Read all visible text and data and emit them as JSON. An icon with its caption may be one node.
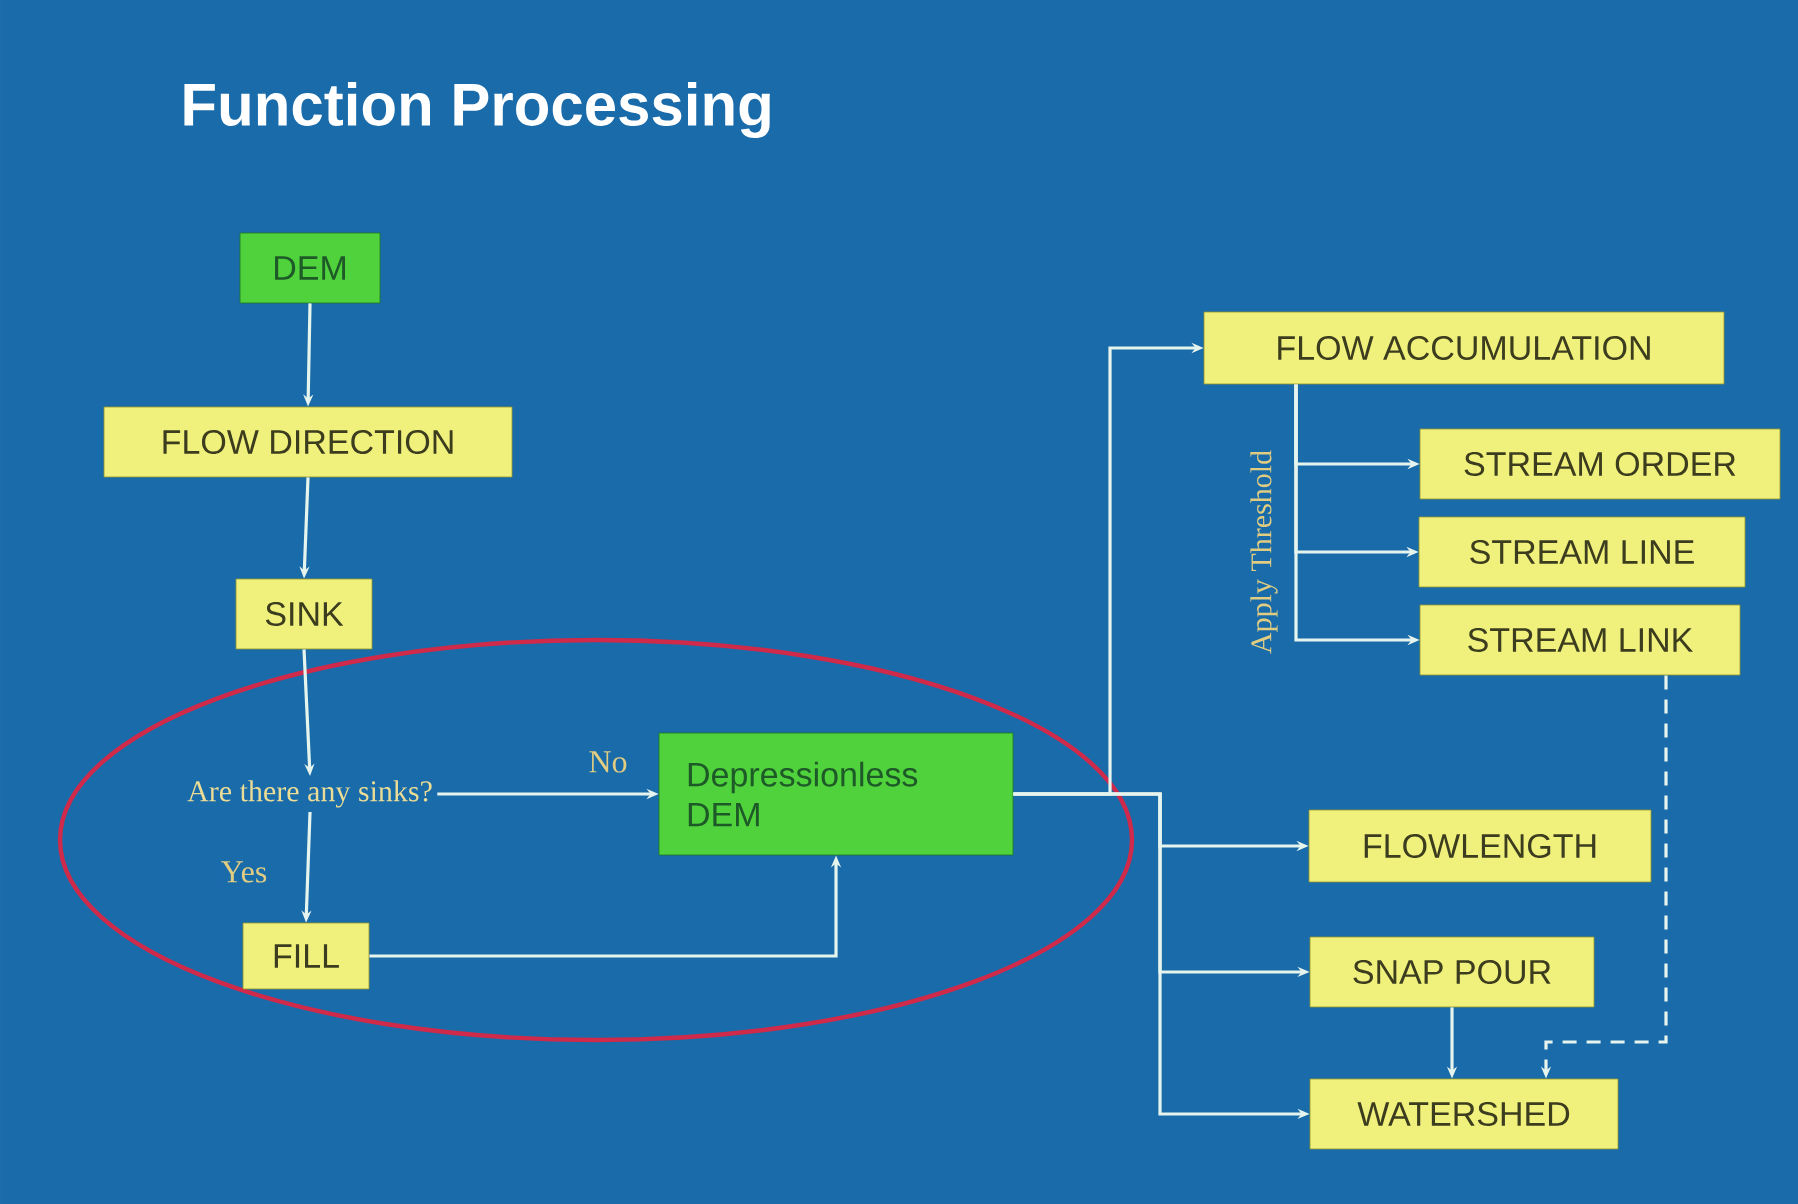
{
  "diagram": {
    "title": "Function Processing",
    "nodes": [
      {
        "text": [
          "DEM"
        ]
      },
      {
        "text": [
          "FLOW DIRECTION"
        ]
      },
      {
        "text": [
          "SINK"
        ]
      },
      {
        "text": [
          "Are there any sinks?"
        ]
      },
      {
        "text": [
          "FILL"
        ]
      },
      {
        "text": [
          "Depressionless DEM"
        ]
      },
      {
        "text": [
          "FLOW ACCUMULATION"
        ]
      },
      {
        "text": [
          "STREAM ORDER"
        ]
      },
      {
        "text": [
          "STREAM LINE"
        ]
      },
      {
        "text": [
          "STREAM LINK"
        ]
      },
      {
        "text": [
          "FLOWLENGTH"
        ]
      },
      {
        "text": [
          "SNAP POUR"
        ]
      },
      {
        "text": [
          "WATERSHED"
        ]
      }
    ],
    "edges": [
      {
        "from": 0,
        "to": 1,
        "arrow": "to"
      },
      {
        "from": 1,
        "to": 2,
        "arrow": "to"
      },
      {
        "from": 2,
        "to": 3,
        "arrow": "to"
      },
      {
        "from": 3,
        "to": 4,
        "arrow": "to",
        "label": "Yes"
      },
      {
        "from": 3,
        "to": 5,
        "arrow": "to",
        "label": "No"
      },
      {
        "from": 4,
        "to": 5,
        "arrow": "to"
      },
      {
        "from": 5,
        "to": 6,
        "arrow": "to"
      },
      {
        "from": 5,
        "to": 10,
        "arrow": "to"
      },
      {
        "from": 5,
        "to": 11,
        "arrow": "to"
      },
      {
        "from": 5,
        "to": 12,
        "arrow": "to"
      },
      {
        "from": 6,
        "to": 7,
        "arrow": "to"
      },
      {
        "from": 6,
        "to": 8,
        "arrow": "to"
      },
      {
        "from": 6,
        "to": 9,
        "arrow": "to"
      },
      {
        "from": 11,
        "to": 12,
        "arrow": "to"
      },
      {
        "from": 9,
        "to": 12,
        "arrow": "to",
        "style": "dashed"
      }
    ],
    "labels": [
      "Apply Threshold"
    ]
  }
}
